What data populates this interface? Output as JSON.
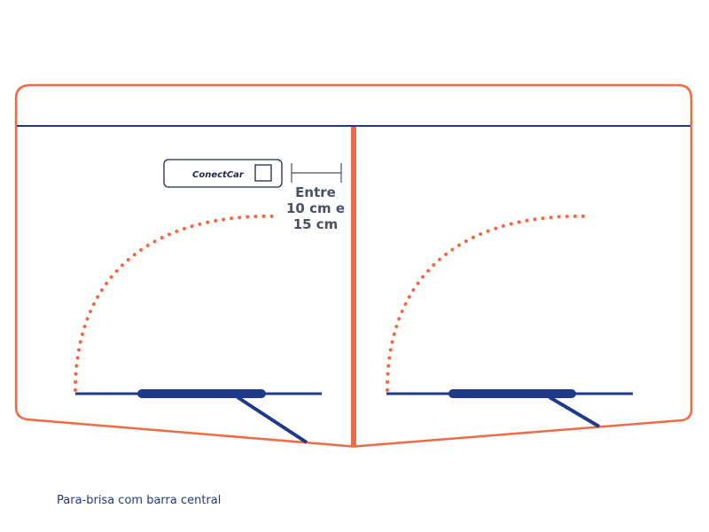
{
  "colors": {
    "frame": "#f26a45",
    "navy": "#1f3a8a",
    "dark": "#1f2a44",
    "measure": "#4a5163"
  },
  "diagram": {
    "tag_brand": "ConectCar",
    "distance_lines": [
      "Entre",
      "10 cm e",
      "15 cm"
    ],
    "caption": "Para-brisa com barra central"
  }
}
